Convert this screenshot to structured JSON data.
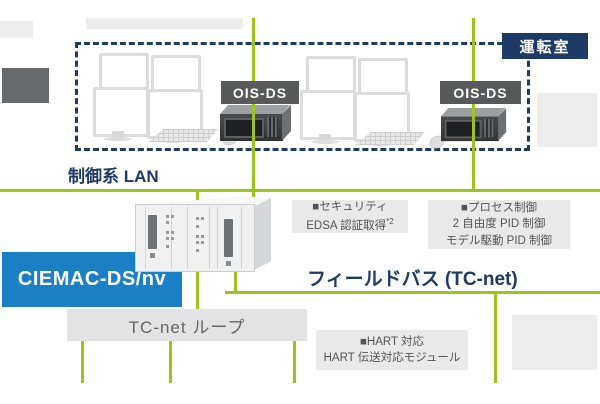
{
  "colors": {
    "navy": "#1e3a66",
    "green": "#9cc41e",
    "blue": "#1a80c5",
    "dark_gray": "#58595b",
    "info_text": "#555555"
  },
  "top": {
    "ops_room": "運転室",
    "ois_label_1": "OIS-DS",
    "ois_label_2": "OIS-DS"
  },
  "labels": {
    "control_lan": "制御系 LAN",
    "fieldbus": "フィールドバス (TC-net)",
    "tcnet_loop": "TC-net ループ",
    "controller_name": "CIEMAC-DS/nv"
  },
  "info_boxes": {
    "security": {
      "line1": "■セキュリティ",
      "line2": "EDSA 認証取得",
      "sup": "*2"
    },
    "process": {
      "line1": "■プロセス制御",
      "line2": "2 自由度 PID 制御",
      "line3": "モデル駆動 PID 制御"
    },
    "hart": {
      "line1": "■HART 対応",
      "line2": "HART 伝送対応モジュール"
    }
  }
}
